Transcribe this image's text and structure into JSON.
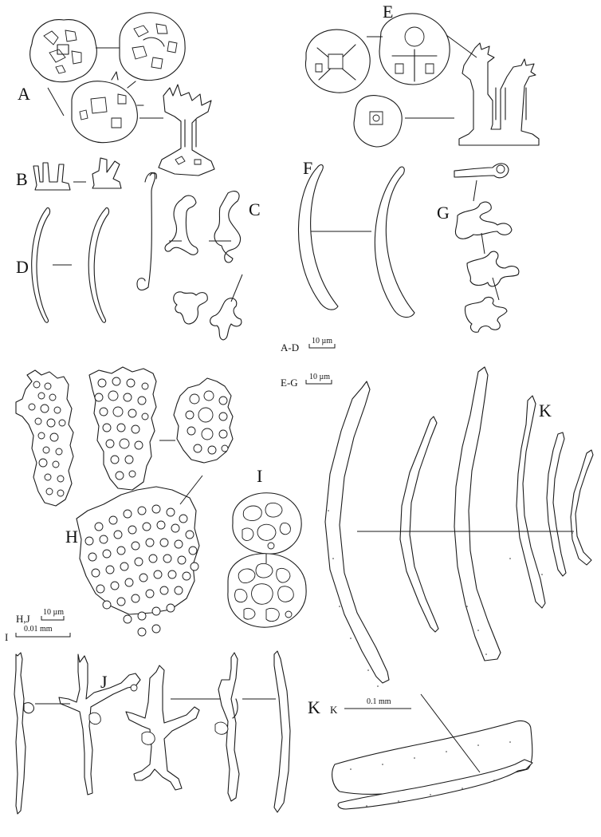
{
  "panel_labels": {
    "A": "A",
    "B": "B",
    "C": "C",
    "D": "D",
    "E": "E",
    "F": "F",
    "G": "G",
    "H": "H",
    "I": "I",
    "J": "J",
    "K_upper": "K",
    "K_lower": "K"
  },
  "scale_bars": {
    "ad_label": "A-D",
    "ad_value": "10 µm",
    "eg_label": "E-G",
    "eg_value": "10 µm",
    "hj_label": "H,J",
    "hj_value": "10 µm",
    "i_label": "I",
    "i_value": "0.01 mm",
    "k_label": "K",
    "k_value": "0.1 mm"
  },
  "colors": {
    "ink": "#1a1a1a",
    "paper": "#ffffff"
  }
}
